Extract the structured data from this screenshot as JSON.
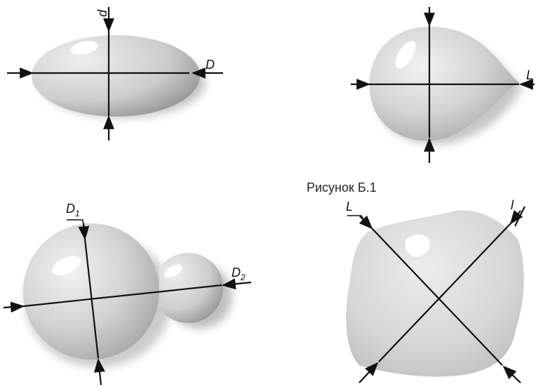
{
  "figure": {
    "caption": "Рисунок Б.1",
    "panels": [
      {
        "label_vertical": "d",
        "label_horizontal": "D"
      },
      {
        "label_horizontal": "L"
      },
      {
        "label_1": "D",
        "label_1_sub": "1",
        "label_2": "D",
        "label_2_sub": "2"
      },
      {
        "label_left": "L",
        "label_right": "l"
      }
    ]
  }
}
